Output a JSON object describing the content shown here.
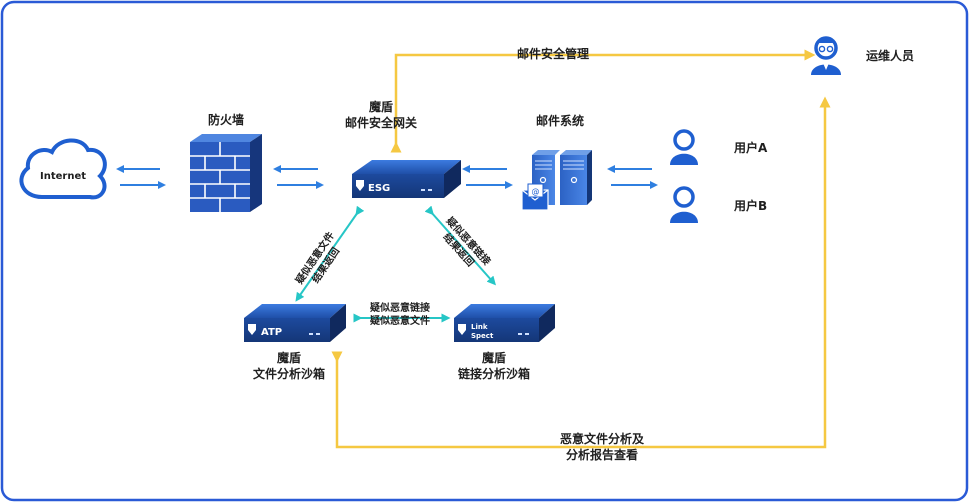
{
  "nodes": {
    "internet": {
      "label": "Internet"
    },
    "firewall": {
      "label": "防火墙"
    },
    "esg": {
      "line1": "魔盾",
      "line2": "邮件安全网关",
      "device_text": "ESG"
    },
    "mail_system": {
      "label": "邮件系统"
    },
    "user_a": {
      "label": "用户A"
    },
    "user_b": {
      "label": "用户B"
    },
    "ops": {
      "label": "运维人员"
    },
    "atp": {
      "line1": "魔盾",
      "line2": "文件分析沙箱",
      "device_text": "ATP"
    },
    "linkspect": {
      "line1": "魔盾",
      "line2": "链接分析沙箱",
      "device_text_1": "Link",
      "device_text_2": "Spect"
    }
  },
  "edges": {
    "mail_mgmt": "邮件安全管理",
    "esg_atp_line1": "疑似恶意文件",
    "esg_atp_line2": "结果返回",
    "esg_link_line1": "疑似恶意链接",
    "esg_link_line2": "结果返回",
    "atp_link_line1": "疑似恶意链接",
    "atp_link_line2": "疑似恶意文件",
    "report_line1": "恶意文件分析及",
    "report_line2": "分析报告查看"
  },
  "colors": {
    "frame": "#2a5ad6",
    "flow_blue": "#2f7fe0",
    "flow_teal": "#26c6c6",
    "mgmt_yellow": "#f5c842",
    "device_dark": "#1e3f86",
    "device_light": "#2f66c8",
    "person": "#1f5fd0"
  },
  "icons": [
    "cloud-icon",
    "firewall-icon",
    "esg-device-icon",
    "server-icon",
    "email-icon",
    "person-icon",
    "ops-person-icon",
    "atp-device-icon",
    "linkspect-device-icon"
  ]
}
